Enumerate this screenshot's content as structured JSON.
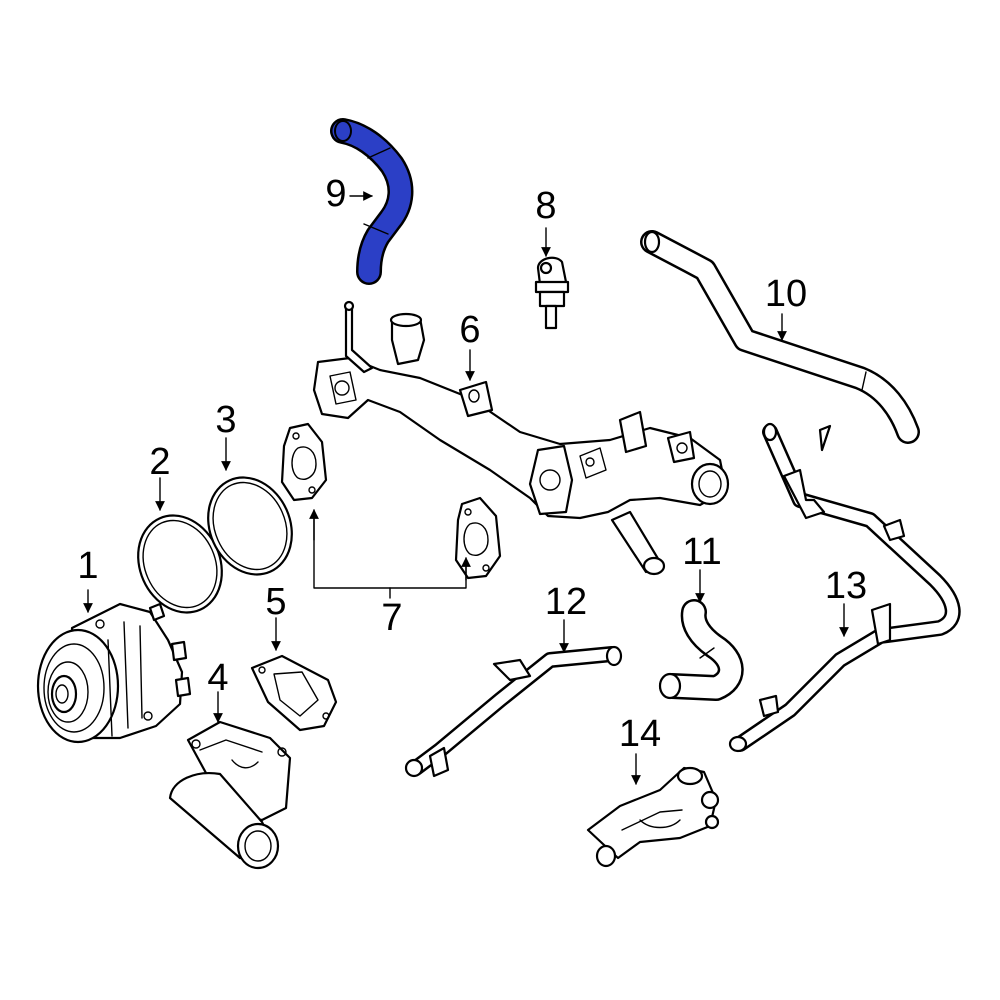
{
  "diagram": {
    "highlight_color": "#2b3fc6",
    "callouts": [
      {
        "key": "1",
        "label": "1"
      },
      {
        "key": "2",
        "label": "2"
      },
      {
        "key": "3",
        "label": "3"
      },
      {
        "key": "4",
        "label": "4"
      },
      {
        "key": "5",
        "label": "5"
      },
      {
        "key": "6",
        "label": "6"
      },
      {
        "key": "7",
        "label": "7"
      },
      {
        "key": "8",
        "label": "8"
      },
      {
        "key": "9",
        "label": "9"
      },
      {
        "key": "10",
        "label": "10"
      },
      {
        "key": "11",
        "label": "11"
      },
      {
        "key": "12",
        "label": "12"
      },
      {
        "key": "13",
        "label": "13"
      },
      {
        "key": "14",
        "label": "14"
      }
    ]
  }
}
